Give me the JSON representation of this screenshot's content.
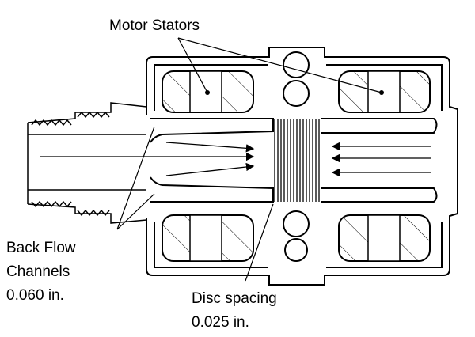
{
  "labels": {
    "motor_stators": "Motor Stators",
    "back_flow_line1": "Back Flow",
    "back_flow_line2": "Channels",
    "back_flow_line3": "0.060 in.",
    "disc_spacing_line1": "Disc spacing",
    "disc_spacing_line2": "0.025 in."
  }
}
